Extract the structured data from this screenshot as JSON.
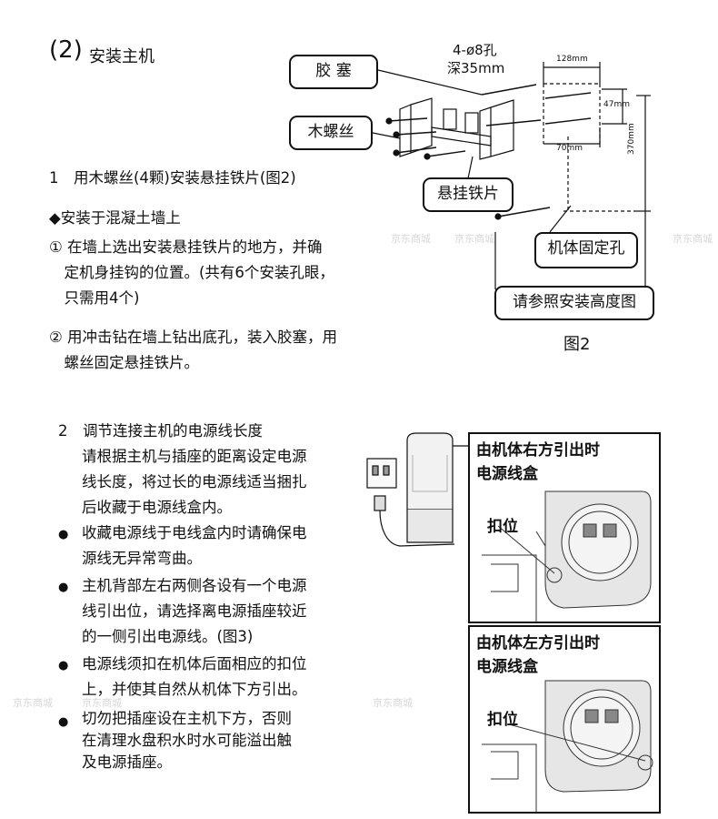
{
  "section": {
    "number": "(2)",
    "title": "安装主机"
  },
  "step1": {
    "heading": "1　用木螺丝(4颗)安装悬挂铁片(图2)",
    "sub": "◆安装于混凝土墙上",
    "items": [
      [
        "① 在墙上选出安装悬挂铁片的地方，并确",
        "　定机身挂钩的位置。(共有6个安装孔眼，",
        "　只需用4个)"
      ],
      [
        "② 用冲击钻在墙上钻出底孔，装入胶塞，用",
        "　螺丝固定悬挂铁片。"
      ]
    ]
  },
  "fig2": {
    "hole_spec_1": "4-ø8孔",
    "hole_spec_2": "深35mm",
    "callouts": {
      "anchor": "胶 塞",
      "screw": "木螺丝",
      "plate": "悬挂铁片",
      "fix_hole": "机体固定孔",
      "height_ref": "请参照安装高度图"
    },
    "dims": {
      "w128": "128mm",
      "h47": "47mm",
      "w70": "70mm",
      "h370": "370mm"
    },
    "caption": "图2"
  },
  "step2": {
    "heading": "2　调节连接主机的电源线长度",
    "intro": [
      "请根据主机与插座的距离设定电源",
      "线长度，将过长的电源线适当捆扎",
      "后收藏于电源线盒内。"
    ],
    "bullets": [
      [
        "收藏电源线于电线盒内时请确保电",
        "源线无异常弯曲。"
      ],
      [
        "主机背部左右两侧各设有一个电源",
        "线引出位，请选择离电源插座较近",
        "的一侧引出电源线。(图3)"
      ],
      [
        "电源线须扣在机体后面相应的扣位",
        "上，并使其自然从机体下方引出。"
      ],
      [
        "切勿把插座设在主机下方，否则",
        "在清理水盘积水时水可能溢出触",
        "及电源插座。"
      ]
    ]
  },
  "fig3": {
    "right": {
      "line1": "由机体右方引出时",
      "line2": "电源线盒",
      "clip": "扣位"
    },
    "left": {
      "line1": "由机体左方引出时",
      "line2": "电源线盒",
      "clip": "扣位"
    }
  },
  "watermark": "京东商城"
}
